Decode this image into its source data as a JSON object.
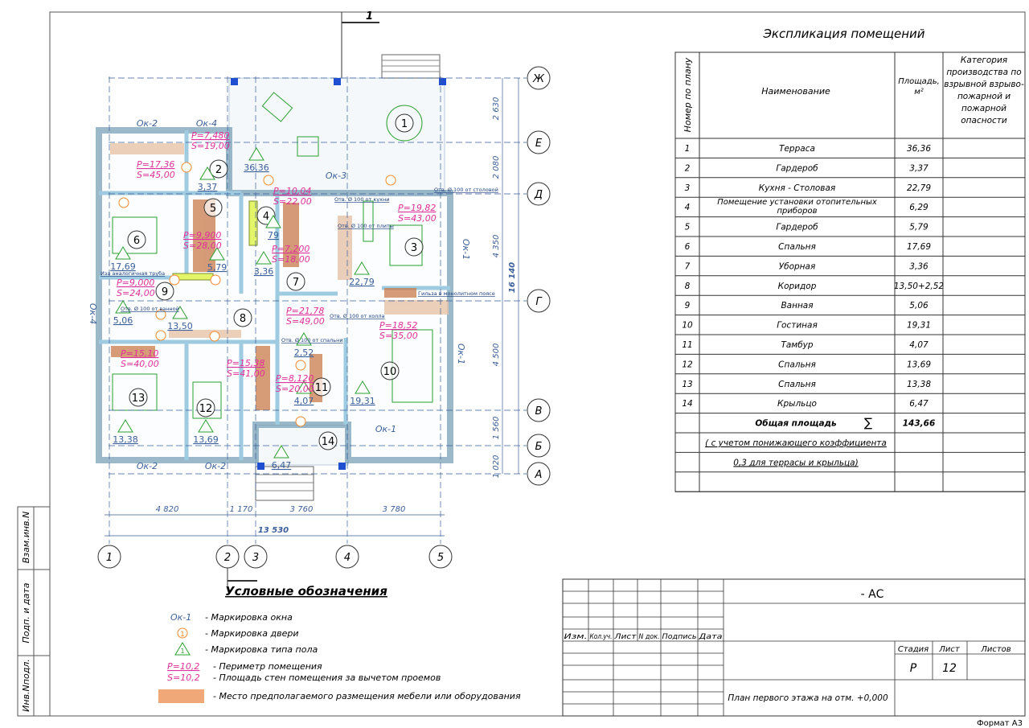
{
  "section_mark": "1",
  "axes": {
    "rows": [
      "Ж",
      "Е",
      "Д",
      "Г",
      "В",
      "Б",
      "А"
    ],
    "columns": [
      "1",
      "2",
      "3",
      "4",
      "5"
    ]
  },
  "dimensions": {
    "right": [
      "2 630",
      "2 080",
      "4 350",
      "4 500",
      "1 560",
      "1 020"
    ],
    "right_total": "16 140",
    "bottom": [
      "4 820",
      "1 170",
      "3 760",
      "3 780"
    ],
    "bottom_total": "13 530"
  },
  "plan": {
    "room_numbers": [
      "1",
      "2",
      "3",
      "4",
      "5",
      "6",
      "7",
      "8",
      "9",
      "10",
      "11",
      "12",
      "13",
      "14"
    ],
    "floor_areas": [
      "36,36",
      "3,37",
      "22,79",
      "17,69",
      "5,79",
      "3,36",
      "5,06",
      "13,50",
      "2,52",
      "4,07",
      "19,31",
      "13,38",
      "13,69",
      "6,47",
      "79"
    ],
    "windows": [
      "Ок-2",
      "Ок-4",
      "Ок-3",
      "Ок-1",
      "Ок-4",
      "Ок-1",
      "Ок-1",
      "Ок-2",
      "Ок-2"
    ],
    "perimeters": [
      {
        "p": "P=7,480",
        "s": "S=19,00"
      },
      {
        "p": "P=17,36",
        "s": "S=45,00"
      },
      {
        "p": "P=10,04",
        "s": "S=22,00"
      },
      {
        "p": "P=19,82",
        "s": "S=43,00"
      },
      {
        "p": "P=9,900",
        "s": "S=28,00"
      },
      {
        "p": "P=7,200",
        "s": "S=18,00"
      },
      {
        "p": "P=9,000",
        "s": "S=24,00"
      },
      {
        "p": "P=21,78",
        "s": "S=49,00"
      },
      {
        "p": "P=18,52",
        "s": "S=35,00"
      },
      {
        "p": "P=15,10",
        "s": "S=40,00"
      },
      {
        "p": "P=15,38",
        "s": "S=41,00"
      },
      {
        "p": "P=8,120",
        "s": "S=20,00"
      }
    ],
    "notes": [
      "Гильза в монолитном поясе",
      "Иза аналогичная труба",
      "Отв. Ø 100 от кухни",
      "Отв. Ø 100 от плиты",
      "Отв. Ø 100 от столовой",
      "Отв. Ø 100 от холла",
      "Отв. Ø 100 от спальни",
      "Отв. Ø 100 от ванной"
    ]
  },
  "explication": {
    "title": "Экспликация помещений",
    "headers": [
      "Номер по плану",
      "Наименование",
      "Площадь, м²",
      "Категория производства по взрывной взрыво-пожарной и пожарной опасности"
    ],
    "rows": [
      [
        "1",
        "Терраса",
        "36,36"
      ],
      [
        "2",
        "Гардероб",
        "3,37"
      ],
      [
        "3",
        "Кухня - Столовая",
        "22,79"
      ],
      [
        "4",
        "Помещение установки отопительных приборов",
        "6,29"
      ],
      [
        "5",
        "Гардероб",
        "5,79"
      ],
      [
        "6",
        "Спальня",
        "17,69"
      ],
      [
        "7",
        "Уборная",
        "3,36"
      ],
      [
        "8",
        "Коридор",
        "13,50+2,52"
      ],
      [
        "9",
        "Ванная",
        "5,06"
      ],
      [
        "10",
        "Гостиная",
        "19,31"
      ],
      [
        "11",
        "Тамбур",
        "4,07"
      ],
      [
        "12",
        "Спальня",
        "13,69"
      ],
      [
        "13",
        "Спальня",
        "13,38"
      ],
      [
        "14",
        "Крыльцо",
        "6,47"
      ]
    ],
    "total_label": "Общая площадь",
    "total_symbol": "∑",
    "total_value": "143,66",
    "note_line1": "( с учетом понижающего коэффициента",
    "note_line2": "0,3 для террасы и крыльца)"
  },
  "legend": {
    "title": "Условные обозначения",
    "window_sample": "Ок-1",
    "window_text": "- Маркировка окна",
    "door_sample": "1",
    "door_text": "- Маркировка двери",
    "floor_sample": "1",
    "floor_text": "- Маркировка типа пола",
    "perimeter_sample": "P=10,2",
    "perimeter_text": "- Периметр помещения",
    "wall_sample": "S=10,2",
    "wall_text": "- Площадь стен помещения за вычетом проемов",
    "furniture_text": "- Место предполагаемого размещения мебели или оборудования",
    "furniture_color": "#f0a878"
  },
  "stamp": {
    "side": [
      "Взам.инв.N",
      "Подп. и дата",
      "Инв.Nподл."
    ],
    "col_headers": [
      "Изм.",
      "Кол.уч.",
      "Лист",
      "N док.",
      "Подпись",
      "Дата"
    ],
    "code": "- АС",
    "stage_label": "Стадия",
    "sheet_label": "Лист",
    "sheets_label": "Листов",
    "stage": "Р",
    "sheet": "12",
    "sheet_title": "План первого этажа на отм. +0,000",
    "format": "Формат А3"
  },
  "colors": {
    "wall": "#9ecbe0",
    "wall_dark": "#4a7f9c",
    "axis": "#3a5f9a",
    "pink": "#e0309a",
    "orange": "#f08a30",
    "green": "#2aa030",
    "furniture": "#c97a4a"
  }
}
